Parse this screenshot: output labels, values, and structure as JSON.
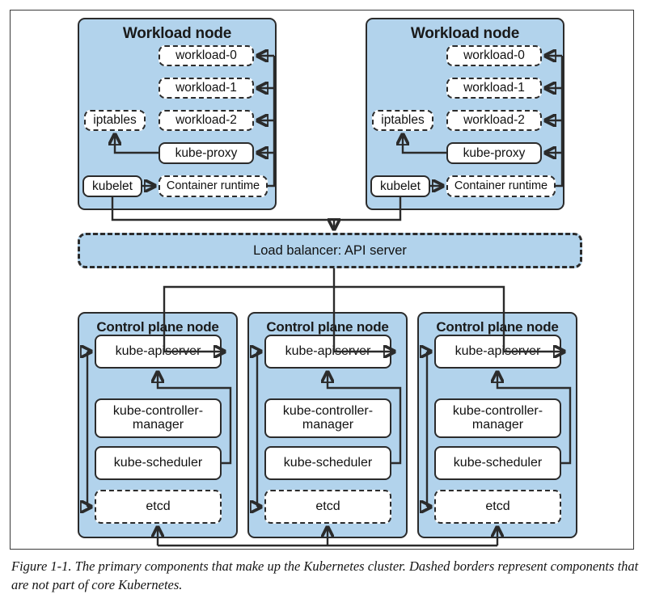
{
  "figure": {
    "caption": "Figure 1-1. The primary components that make up the Kubernetes cluster. Dashed borders represent components that are not part of core Kubernetes."
  },
  "colors": {
    "node_fill": "#b2d3ec",
    "component_fill": "#ffffff",
    "stroke": "#2b2b2b",
    "page_background": "#ffffff"
  },
  "workload_nodes": [
    {
      "title": "Workload node",
      "components": [
        {
          "label": "workload-0",
          "border": "dashed"
        },
        {
          "label": "workload-1",
          "border": "dashed"
        },
        {
          "label": "workload-2",
          "border": "dashed"
        },
        {
          "label": "iptables",
          "border": "dashed"
        },
        {
          "label": "kube-proxy",
          "border": "solid"
        },
        {
          "label": "kubelet",
          "border": "solid"
        },
        {
          "label": "Container runtime",
          "border": "dashed"
        }
      ]
    },
    {
      "title": "Workload node",
      "components": [
        {
          "label": "workload-0",
          "border": "dashed"
        },
        {
          "label": "workload-1",
          "border": "dashed"
        },
        {
          "label": "workload-2",
          "border": "dashed"
        },
        {
          "label": "iptables",
          "border": "dashed"
        },
        {
          "label": "kube-proxy",
          "border": "solid"
        },
        {
          "label": "kubelet",
          "border": "solid"
        },
        {
          "label": "Container runtime",
          "border": "dashed"
        }
      ]
    }
  ],
  "load_balancer": {
    "label": "Load balancer: API server",
    "border": "dashed"
  },
  "control_plane_nodes": [
    {
      "title": "Control plane node",
      "components": [
        {
          "label": "kube-apiserver",
          "border": "solid"
        },
        {
          "label": "kube-controller-manager",
          "border": "solid"
        },
        {
          "label": "kube-scheduler",
          "border": "solid"
        },
        {
          "label": "etcd",
          "border": "dashed"
        }
      ]
    },
    {
      "title": "Control plane node",
      "components": [
        {
          "label": "kube-apiserver",
          "border": "solid"
        },
        {
          "label": "kube-controller-manager",
          "border": "solid"
        },
        {
          "label": "kube-scheduler",
          "border": "solid"
        },
        {
          "label": "etcd",
          "border": "dashed"
        }
      ]
    },
    {
      "title": "Control plane node",
      "components": [
        {
          "label": "kube-apiserver",
          "border": "solid"
        },
        {
          "label": "kube-controller-manager",
          "border": "solid"
        },
        {
          "label": "kube-scheduler",
          "border": "solid"
        },
        {
          "label": "etcd",
          "border": "dashed"
        }
      ]
    }
  ]
}
